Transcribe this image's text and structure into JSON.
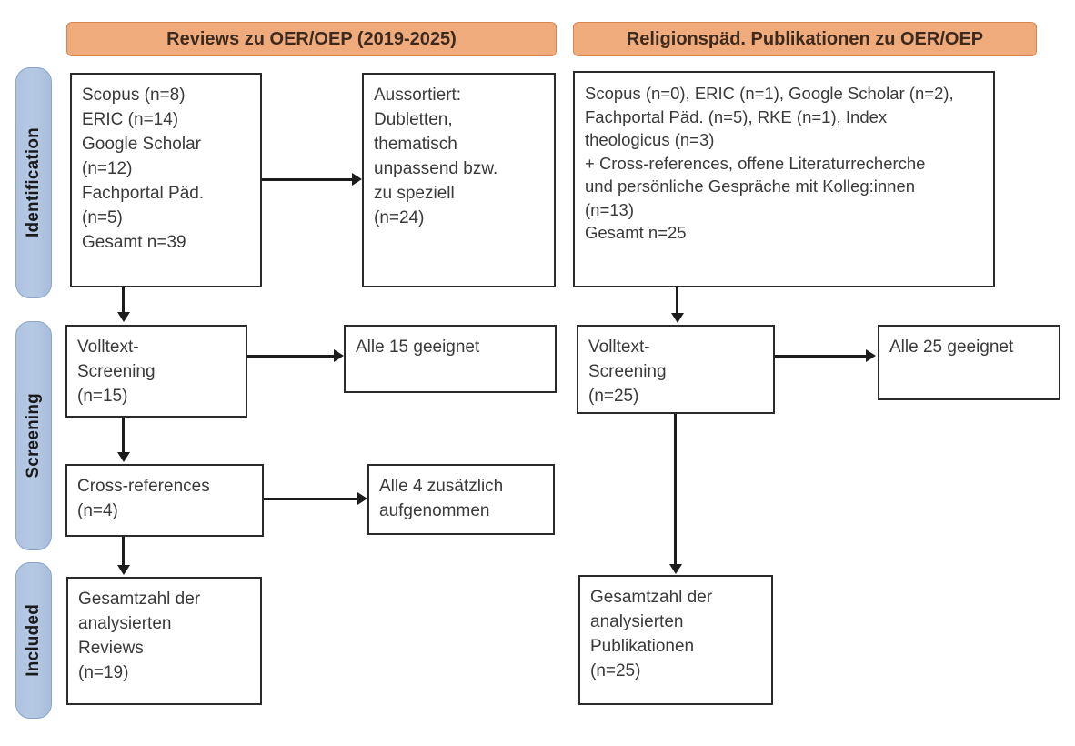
{
  "figure": {
    "type": "prisma-flow-diagram",
    "background": "#ffffff",
    "accent_header_color": "#f0ab7d",
    "stage_capsule_color": "#b0c5e2",
    "box_border_color": "#2b2b2b"
  },
  "stages": [
    {
      "id": "identification",
      "label": "Identification"
    },
    {
      "id": "screening",
      "label": "Screening"
    },
    {
      "id": "included",
      "label": "Included"
    }
  ],
  "columns": [
    {
      "id": "reviews",
      "header": "Reviews zu OER/OEP (2019-2025)",
      "boxes": {
        "sources": "Scopus (n=8)\nERIC (n=14)\nGoogle Scholar\n(n=12)\nFachportal Päd.\n(n=5)\nGesamt n=39",
        "excluded": "Aussortiert:\nDubletten,\nthematisch\nunpassend bzw.\nzu speziell\n(n=24)",
        "fulltext": "Volltext-\nScreening\n(n=15)",
        "fulltext_result": "Alle 15 geeignet",
        "crossrefs": "Cross-references\n(n=4)",
        "crossrefs_result": "Alle 4 zusätzlich\naufgenommen",
        "included": "Gesamtzahl der\nanalysierten\nReviews\n(n=19)"
      }
    },
    {
      "id": "religionspaed",
      "header": "Religionspäd. Publikationen zu OER/OEP",
      "boxes": {
        "sources": "Scopus (n=0), ERIC (n=1), Google Scholar (n=2),\nFachportal Päd. (n=5), RKE (n=1), Index\ntheologicus (n=3)\n+ Cross-references, offene Literaturrecherche\nund persönliche Gespräche mit Kolleg:innen\n(n=13)\nGesamt n=25",
        "fulltext": "Volltext-\nScreening\n(n=25)",
        "fulltext_result": "Alle 25 geeignet",
        "included": "Gesamtzahl der\nanalysierten\nPublikationen\n(n=25)"
      }
    }
  ]
}
